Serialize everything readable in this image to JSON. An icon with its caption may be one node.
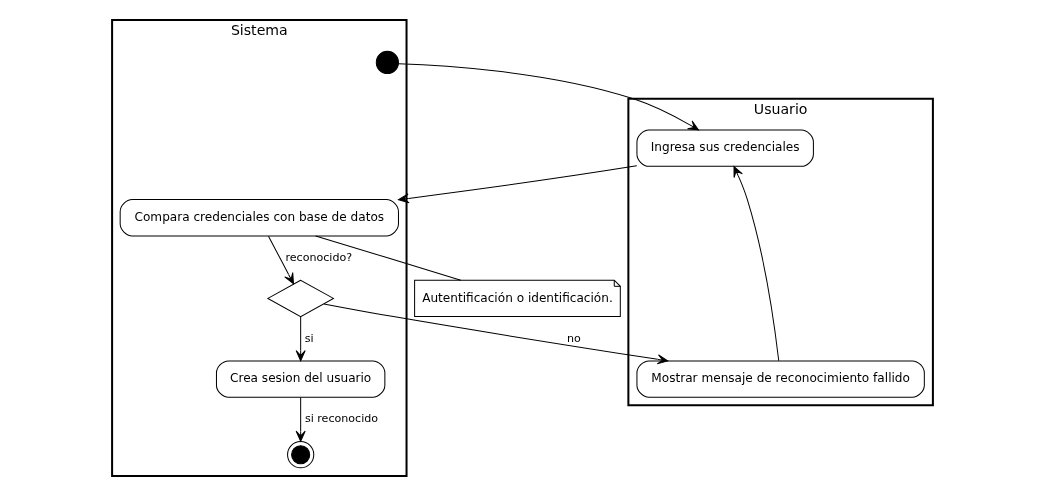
{
  "diagram": {
    "nodes": [
      {
        "text": [
          "Usuario"
        ]
      },
      {
        "text": [
          "Sistema"
        ]
      },
      {
        "text": [],
        "shape": "circle",
        "in": 1
      },
      {
        "text": [
          "Ingresa sus credenciales"
        ],
        "in": 0
      },
      {
        "text": [
          "Mostrar mensaje de reconocimiento fallido"
        ],
        "in": 0
      },
      {
        "text": [
          "Compara credenciales con base de datos"
        ],
        "in": 1
      },
      {
        "text": [],
        "shape": "diamond",
        "in": 1
      },
      {
        "text": [
          "Crea sesion del usuario"
        ],
        "in": 1
      },
      {
        "text": [],
        "shape": "bullseye",
        "in": 1
      },
      {
        "text": [
          "Autentificación o identificación."
        ]
      }
    ],
    "edges": [
      {
        "from": 2,
        "to": 3,
        "arrow": "to"
      },
      {
        "from": 3,
        "to": 5,
        "arrow": "to"
      },
      {
        "from": 5,
        "to": 6,
        "arrow": "to",
        "label": "reconocido?"
      },
      {
        "from": 6,
        "to": 4,
        "arrow": "to",
        "label": "no"
      },
      {
        "from": 4,
        "to": 3,
        "arrow": "to"
      },
      {
        "from": 6,
        "to": 7,
        "arrow": "to",
        "label": "si"
      },
      {
        "from": 7,
        "to": 8,
        "arrow": "to",
        "label": "si reconocido"
      },
      {
        "from": 5,
        "to": 9,
        "arrow": "none"
      }
    ]
  }
}
